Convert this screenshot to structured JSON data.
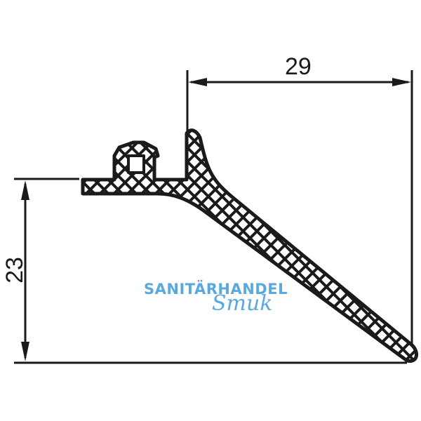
{
  "drawing": {
    "type": "technical-profile-cross-section",
    "dimensions": {
      "width": "29",
      "height": "23"
    }
  },
  "watermark": {
    "line1": "SANITÄRHANDEL",
    "line2": "Smuk",
    "color": "#5aa9de"
  },
  "colors": {
    "line": "#1a1a1a",
    "background": "#ffffff"
  }
}
